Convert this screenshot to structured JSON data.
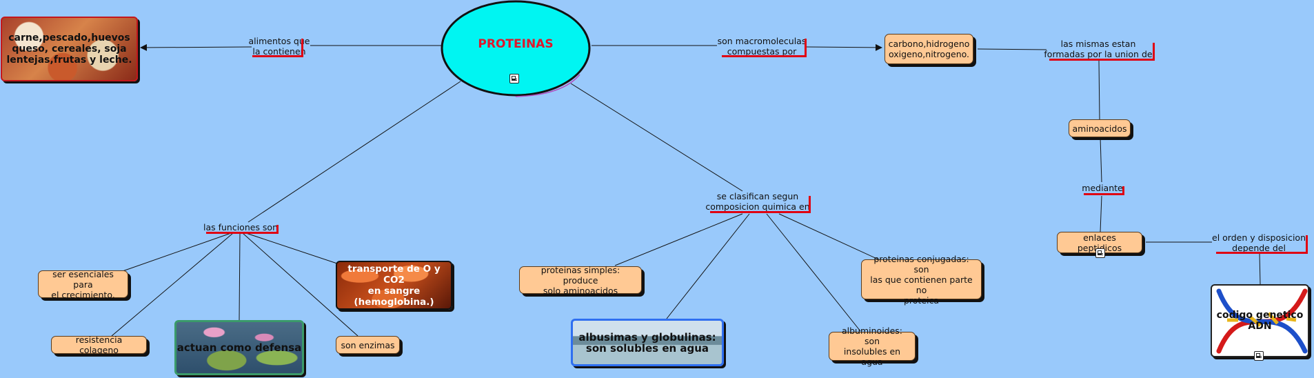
{
  "colors": {
    "background": "#99c9fb",
    "central_fill": "#00f5f2",
    "central_text": "#e0162b",
    "node_fill": "#ffc994",
    "underline": "#e00012"
  },
  "central": {
    "title": "PROTEINAS",
    "icon": "document-icon"
  },
  "links": {
    "foods": [
      "alimentos que",
      "la contienen"
    ],
    "macro": [
      "son macromoleculas",
      "compuestas por"
    ],
    "formed": [
      "las mismas estan",
      "formadas por la union de"
    ],
    "mediante": "mediante",
    "order": [
      "el orden y disposicion",
      "depende del"
    ],
    "functions": "las funciones son",
    "classified": [
      "se clasifican segun",
      "composicion quimica en"
    ]
  },
  "nodes": {
    "foods": [
      "carne,pescado,huevos",
      "queso, cereales, soja",
      "lentejas,frutas y leche."
    ],
    "elements": [
      "carbono,hidrogeno",
      "oxigeno,nitrogeno."
    ],
    "aminoacids": "aminoacidos",
    "peptide": "enlaces peptidicos",
    "dna": [
      "codigo genetico",
      "ADN"
    ],
    "growth": [
      "ser esenciales para",
      "el crecimiento."
    ],
    "collagen": "resistencia colageno",
    "defense": "actuan como defensa",
    "enzymes": "son enzimas",
    "transport": [
      "transporte de O y CO2",
      "en sangre",
      "(hemoglobina.)"
    ],
    "simple": [
      "proteinas simples: produce",
      "solo aminoacidos"
    ],
    "albumins": [
      "albusimas y globulinas:",
      "son solubles en agua"
    ],
    "albuminoids": [
      "albuminoides: son",
      "insolubles en agua"
    ],
    "conjugated": [
      "proteinas conjugadas: son",
      "las que contienen parte no",
      "proteica"
    ]
  }
}
